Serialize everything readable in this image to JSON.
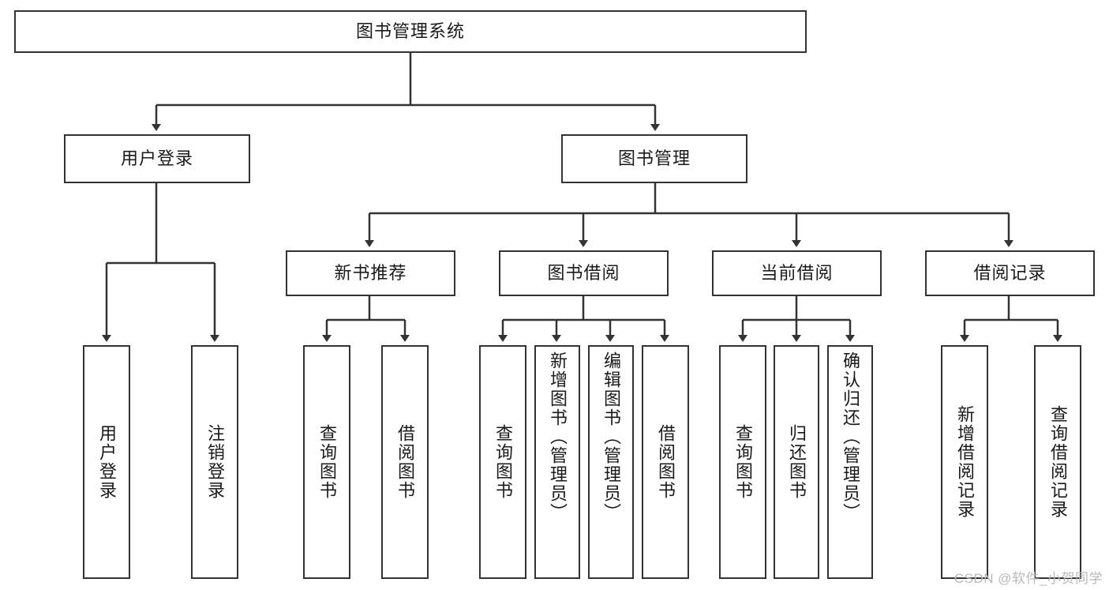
{
  "diagram": {
    "type": "tree",
    "title": "图书管理系统",
    "orientation": "top-down",
    "colors": {
      "node_border": "#333333",
      "node_fill": "#ffffff",
      "edge": "#333333",
      "text": "#1a1a1a",
      "watermark": "#b9b9b9",
      "background": "#ffffff"
    },
    "root": {
      "id": "root",
      "label": "图书管理系统"
    },
    "level2": [
      {
        "id": "user-login",
        "label": "用户登录"
      },
      {
        "id": "book-manage",
        "label": "图书管理"
      }
    ],
    "level3": [
      {
        "id": "new-book-rec",
        "label": "新书推荐",
        "parent": "book-manage"
      },
      {
        "id": "book-borrow",
        "label": "图书借阅",
        "parent": "book-manage"
      },
      {
        "id": "current-borrow",
        "label": "当前借阅",
        "parent": "book-manage"
      },
      {
        "id": "borrow-record",
        "label": "借阅记录",
        "parent": "book-manage"
      }
    ],
    "leaves": [
      {
        "id": "leaf-user-login",
        "label": "用户登录",
        "parent": "user-login"
      },
      {
        "id": "leaf-logout",
        "label": "注销登录",
        "parent": "user-login"
      },
      {
        "id": "leaf-query-book-1",
        "label": "查询图书",
        "parent": "new-book-rec"
      },
      {
        "id": "leaf-borrow-book-1",
        "label": "借阅图书",
        "parent": "new-book-rec"
      },
      {
        "id": "leaf-query-book-2",
        "label": "查询图书",
        "parent": "book-borrow"
      },
      {
        "id": "leaf-add-book",
        "label": "新增图书（管理员）",
        "parent": "book-borrow"
      },
      {
        "id": "leaf-edit-book",
        "label": "编辑图书（管理员）",
        "parent": "book-borrow"
      },
      {
        "id": "leaf-borrow-book-2",
        "label": "借阅图书",
        "parent": "book-borrow"
      },
      {
        "id": "leaf-query-book-3",
        "label": "查询图书",
        "parent": "current-borrow"
      },
      {
        "id": "leaf-return-book",
        "label": "归还图书",
        "parent": "current-borrow"
      },
      {
        "id": "leaf-confirm-return",
        "label": "确认归还（管理员）",
        "parent": "current-borrow"
      },
      {
        "id": "leaf-add-record",
        "label": "新增借阅记录",
        "parent": "borrow-record"
      },
      {
        "id": "leaf-query-record",
        "label": "查询借阅记录",
        "parent": "borrow-record"
      }
    ]
  },
  "watermark": {
    "text": "CSDN @软件_小贺同学"
  }
}
